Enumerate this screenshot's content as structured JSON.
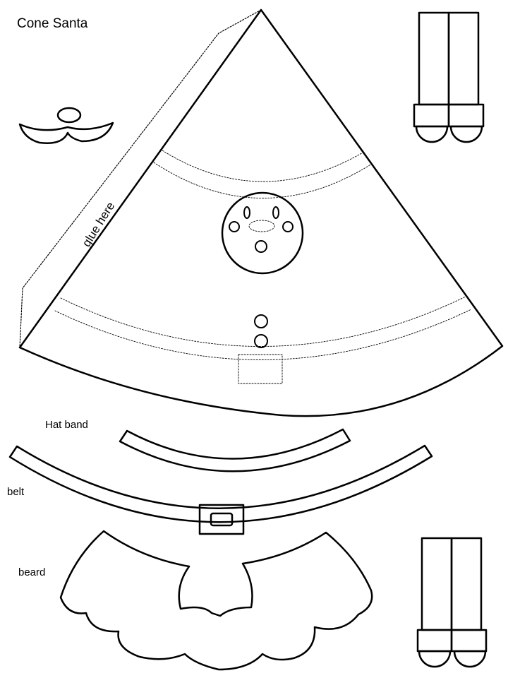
{
  "title": "Cone Santa",
  "labels": {
    "hat_band": "Hat band",
    "belt": "belt",
    "beard": "beard",
    "glue_tab": "glue here"
  },
  "colors": {
    "line": "#000000",
    "paper": "#ffffff"
  }
}
